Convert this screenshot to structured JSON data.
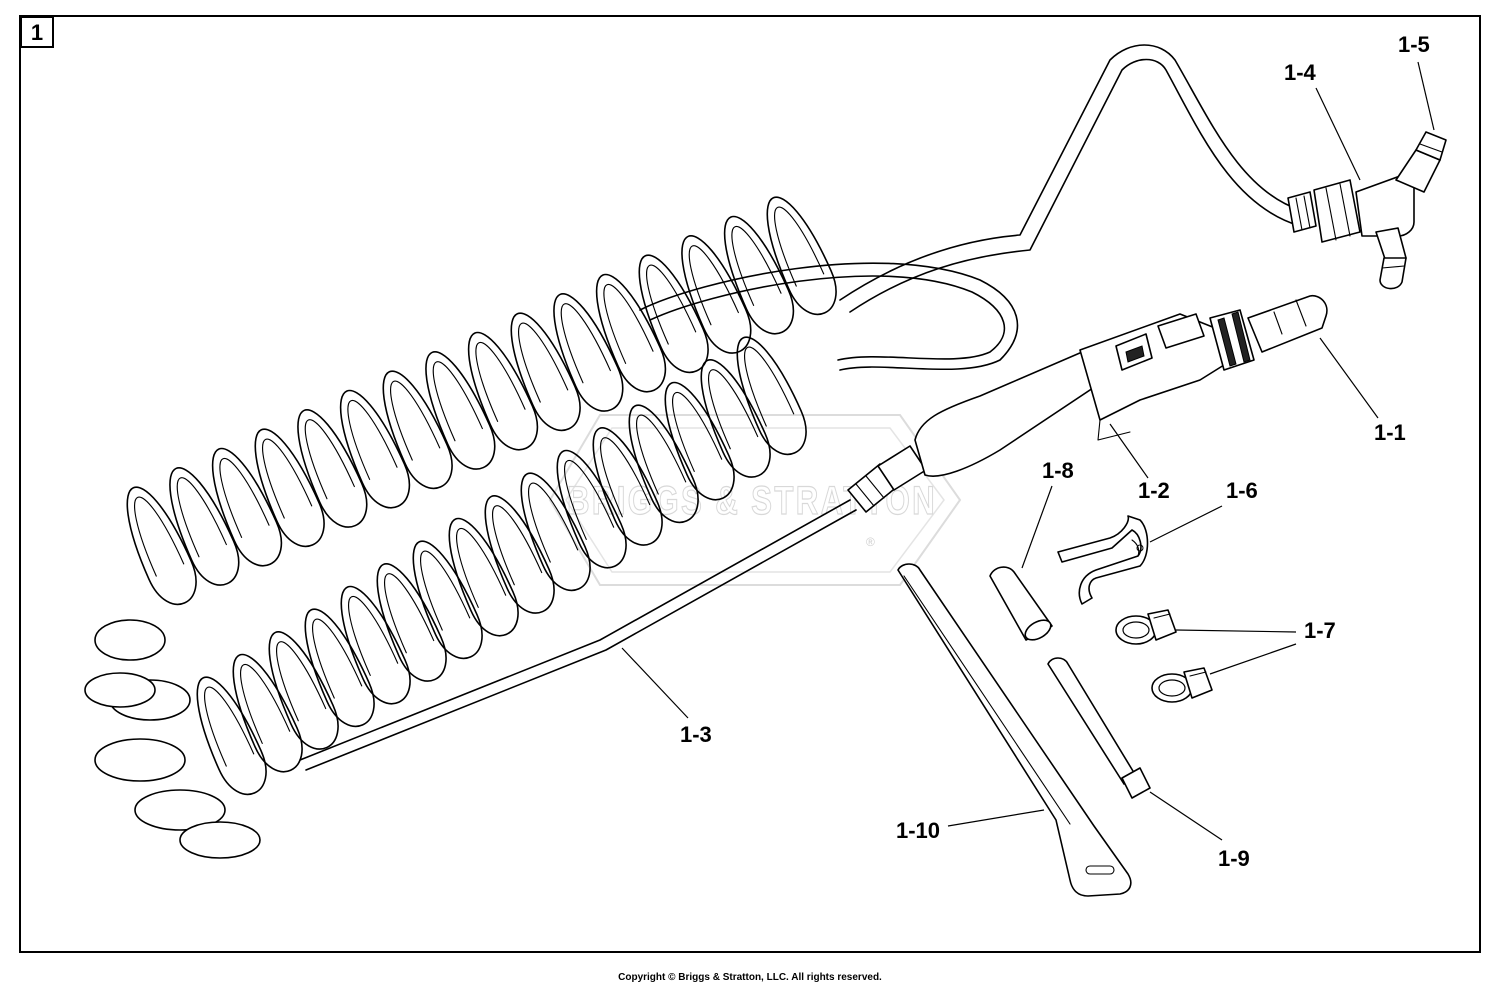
{
  "figure": {
    "number": "1"
  },
  "watermark": {
    "text": "BRIGGS & STRATTON",
    "registered": "®"
  },
  "callouts": [
    {
      "id": "1-1",
      "label": "1-1"
    },
    {
      "id": "1-2",
      "label": "1-2"
    },
    {
      "id": "1-3",
      "label": "1-3"
    },
    {
      "id": "1-4",
      "label": "1-4"
    },
    {
      "id": "1-5",
      "label": "1-5"
    },
    {
      "id": "1-6",
      "label": "1-6"
    },
    {
      "id": "1-7",
      "label": "1-7"
    },
    {
      "id": "1-8",
      "label": "1-8"
    },
    {
      "id": "1-9",
      "label": "1-9"
    },
    {
      "id": "1-10",
      "label": "1-10"
    }
  ],
  "footer": {
    "copyright": "Copyright © Briggs & Stratton, LLC. All rights reserved."
  }
}
